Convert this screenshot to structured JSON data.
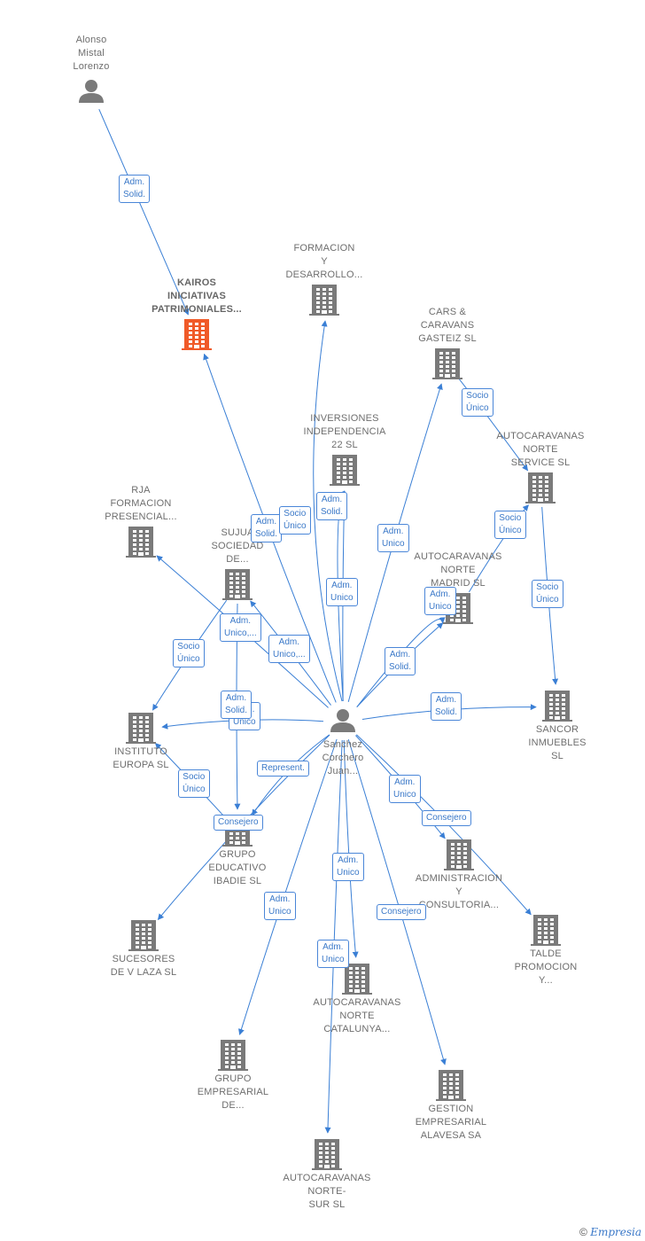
{
  "colors": {
    "edge": "#3a7fd5",
    "building": "#7a7a7a",
    "focus_building": "#f05a28",
    "person": "#7a7a7a"
  },
  "nodes": [
    {
      "id": "alonso",
      "type": "person",
      "label": "Alonso\nMistal\nLorenzo",
      "icon": "person-icon"
    },
    {
      "id": "kairos",
      "type": "company",
      "focus": true,
      "label": "KAIROS\nINICIATIVAS\nPATRIMONIALES...",
      "icon": "building-icon"
    },
    {
      "id": "formacion",
      "type": "company",
      "label": "FORMACION\nY\nDESARROLLO...",
      "icon": "building-icon"
    },
    {
      "id": "cars",
      "type": "company",
      "label": "CARS &\nCARAVANS\nGASTEIZ SL",
      "icon": "building-icon"
    },
    {
      "id": "inversiones",
      "type": "company",
      "label": "INVERSIONES\nINDEPENDENCIA\n22 SL",
      "icon": "building-icon"
    },
    {
      "id": "autonorte_service",
      "type": "company",
      "label": "AUTOCARAVANAS\nNORTE\nSERVICE SL",
      "icon": "building-icon"
    },
    {
      "id": "rja",
      "type": "company",
      "label": "RJA\nFORMACION\nPRESENCIAL...",
      "icon": "building-icon"
    },
    {
      "id": "sujua",
      "type": "company",
      "label": "SUJUA\nSOCIEDAD\nDE...",
      "icon": "building-icon"
    },
    {
      "id": "autonorte_madrid",
      "type": "company",
      "label": "AUTOCARAVANAS\nNORTE\nMADRID SL",
      "icon": "building-icon"
    },
    {
      "id": "sanchez",
      "type": "person",
      "label": "Sanchez\nCorchero\nJuan...",
      "icon": "person-icon"
    },
    {
      "id": "instituto",
      "type": "company",
      "label": "INSTITUTO\nEUROPA SL",
      "icon": "building-icon"
    },
    {
      "id": "sancor",
      "type": "company",
      "label": "SANCOR\nINMUEBLES\nSL",
      "icon": "building-icon"
    },
    {
      "id": "grupo_educativo",
      "type": "company",
      "label": "GRUPO\nEDUCATIVO\nIBADIE SL",
      "icon": "building-icon"
    },
    {
      "id": "administracion",
      "type": "company",
      "label": "ADMINISTRACION\nY\nCONSULTORIA...",
      "icon": "building-icon"
    },
    {
      "id": "sucesores",
      "type": "company",
      "label": "SUCESORES\nDE V LAZA SL",
      "icon": "building-icon"
    },
    {
      "id": "talde",
      "type": "company",
      "label": "TALDE\nPROMOCION\nY...",
      "icon": "building-icon"
    },
    {
      "id": "autonorte_cataluna",
      "type": "company",
      "label": "AUTOCARAVANAS\nNORTE\nCATALUNYA...",
      "icon": "building-icon"
    },
    {
      "id": "grupo_empresarial",
      "type": "company",
      "label": "GRUPO\nEMPRESARIAL\nDE...",
      "icon": "building-icon"
    },
    {
      "id": "gestion",
      "type": "company",
      "label": "GESTION\nEMPRESARIAL\nALAVESA SA",
      "icon": "building-icon"
    },
    {
      "id": "autonorte_sur",
      "type": "company",
      "label": "AUTOCARAVANAS\nNORTE-\nSUR SL",
      "icon": "building-icon"
    }
  ],
  "edges": [
    {
      "from": "alonso",
      "to": "kairos",
      "label": "Adm.\nSolid."
    },
    {
      "from": "sanchez",
      "to": "kairos",
      "label": "Adm.\nSolid."
    },
    {
      "from": "sanchez",
      "to": "formacion",
      "label": "Socio\nÚnico"
    },
    {
      "from": "sanchez",
      "to": "inversiones",
      "label": "Adm.\nSolid."
    },
    {
      "from": "sanchez",
      "to": "inversiones",
      "label": "Adm.\nUnico"
    },
    {
      "from": "sanchez",
      "to": "cars",
      "label": "Adm.\nUnico"
    },
    {
      "from": "cars",
      "to": "autonorte_service",
      "label": "Socio\nÚnico"
    },
    {
      "from": "autonorte_madrid",
      "to": "autonorte_service",
      "label": "Socio\nÚnico"
    },
    {
      "from": "autonorte_service",
      "to": "sancor",
      "label": "Socio\nÚnico"
    },
    {
      "from": "sanchez",
      "to": "autonorte_madrid",
      "label": "Adm.\nUnico"
    },
    {
      "from": "sanchez",
      "to": "autonorte_madrid",
      "label": "Adm.\nSolid."
    },
    {
      "from": "sanchez",
      "to": "rja",
      "label": "Adm.\nUnico,..."
    },
    {
      "from": "sanchez",
      "to": "sujua",
      "label": "Adm.\nUnico,..."
    },
    {
      "from": "sujua",
      "to": "instituto",
      "label": "Socio\nÚnico"
    },
    {
      "from": "sanchez",
      "to": "instituto",
      "label": "Adm.\nUnico"
    },
    {
      "from": "sujua",
      "to": "grupo_educativo",
      "label": "Adm.\nSolid."
    },
    {
      "from": "grupo_educativo",
      "to": "instituto",
      "label": "Socio\nÚnico"
    },
    {
      "from": "sanchez",
      "to": "grupo_educativo",
      "label": "Represent."
    },
    {
      "from": "sanchez",
      "to": "sucesores",
      "label": "Consejero"
    },
    {
      "from": "sanchez",
      "to": "sancor",
      "label": "Adm.\nSolid."
    },
    {
      "from": "sanchez",
      "to": "administracion",
      "label": "Adm.\nUnico"
    },
    {
      "from": "sanchez",
      "to": "talde",
      "label": "Consejero"
    },
    {
      "from": "sanchez",
      "to": "gestion",
      "label": "Consejero"
    },
    {
      "from": "sanchez",
      "to": "autonorte_cataluna",
      "label": "Adm.\nUnico"
    },
    {
      "from": "sanchez",
      "to": "autonorte_sur",
      "label": "Adm.\nUnico"
    },
    {
      "from": "sanchez",
      "to": "grupo_empresarial",
      "label": "Adm.\nUnico"
    }
  ],
  "footer": {
    "copyright": "©",
    "brand": "Empresia"
  }
}
